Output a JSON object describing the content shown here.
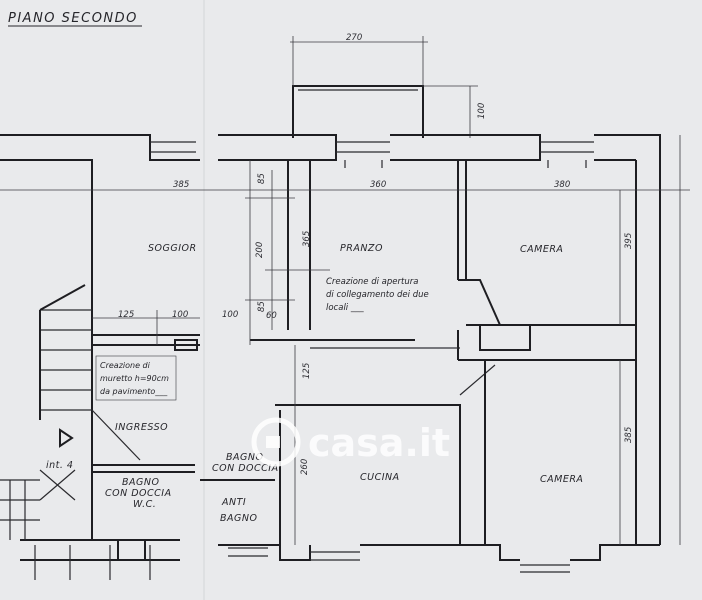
{
  "title": "PIANO SECONDO",
  "rooms": {
    "soggiorno": "SOGGIOR",
    "pranzo": "PRANZO",
    "camera_top": "CAMERA",
    "camera_bottom": "CAMERA",
    "cucina": "CUCINA",
    "ingresso": "INGRESSO",
    "bagno_wc_1": "BAGNO",
    "bagno_wc_2": "CON DOCCIA",
    "bagno_wc_3": "W.C.",
    "bagno_doccia_1": "BAGNO",
    "bagno_doccia_2": "CON DOCCIA",
    "antibagno_1": "ANTI",
    "antibagno_2": "BAGNO",
    "int_4": "int. 4"
  },
  "notes": {
    "apertura_1": "Creazione di apertura",
    "apertura_2": "di collegamento dei due",
    "apertura_3": "locali ___",
    "muretto_1": "Creazione di",
    "muretto_2": "muretto h=90cm",
    "muretto_3": "da pavimento___"
  },
  "dimensions": {
    "d270": "270",
    "d100_balcony": "100",
    "d385_left": "385",
    "d360": "360",
    "d380": "380",
    "d85_top": "85",
    "d200": "200",
    "d85_bottom": "85",
    "d365": "365",
    "d395": "395",
    "d125_left": "125",
    "d100_left": "100",
    "d100_mid": "100",
    "d60": "60",
    "d125_vert": "125",
    "d260": "260",
    "d385_right": "385"
  },
  "watermark": {
    "text": "casa.it",
    "icon": "casa-logo-icon"
  },
  "colors": {
    "paper": "#e9eaec",
    "ink": "#1e1e22"
  }
}
